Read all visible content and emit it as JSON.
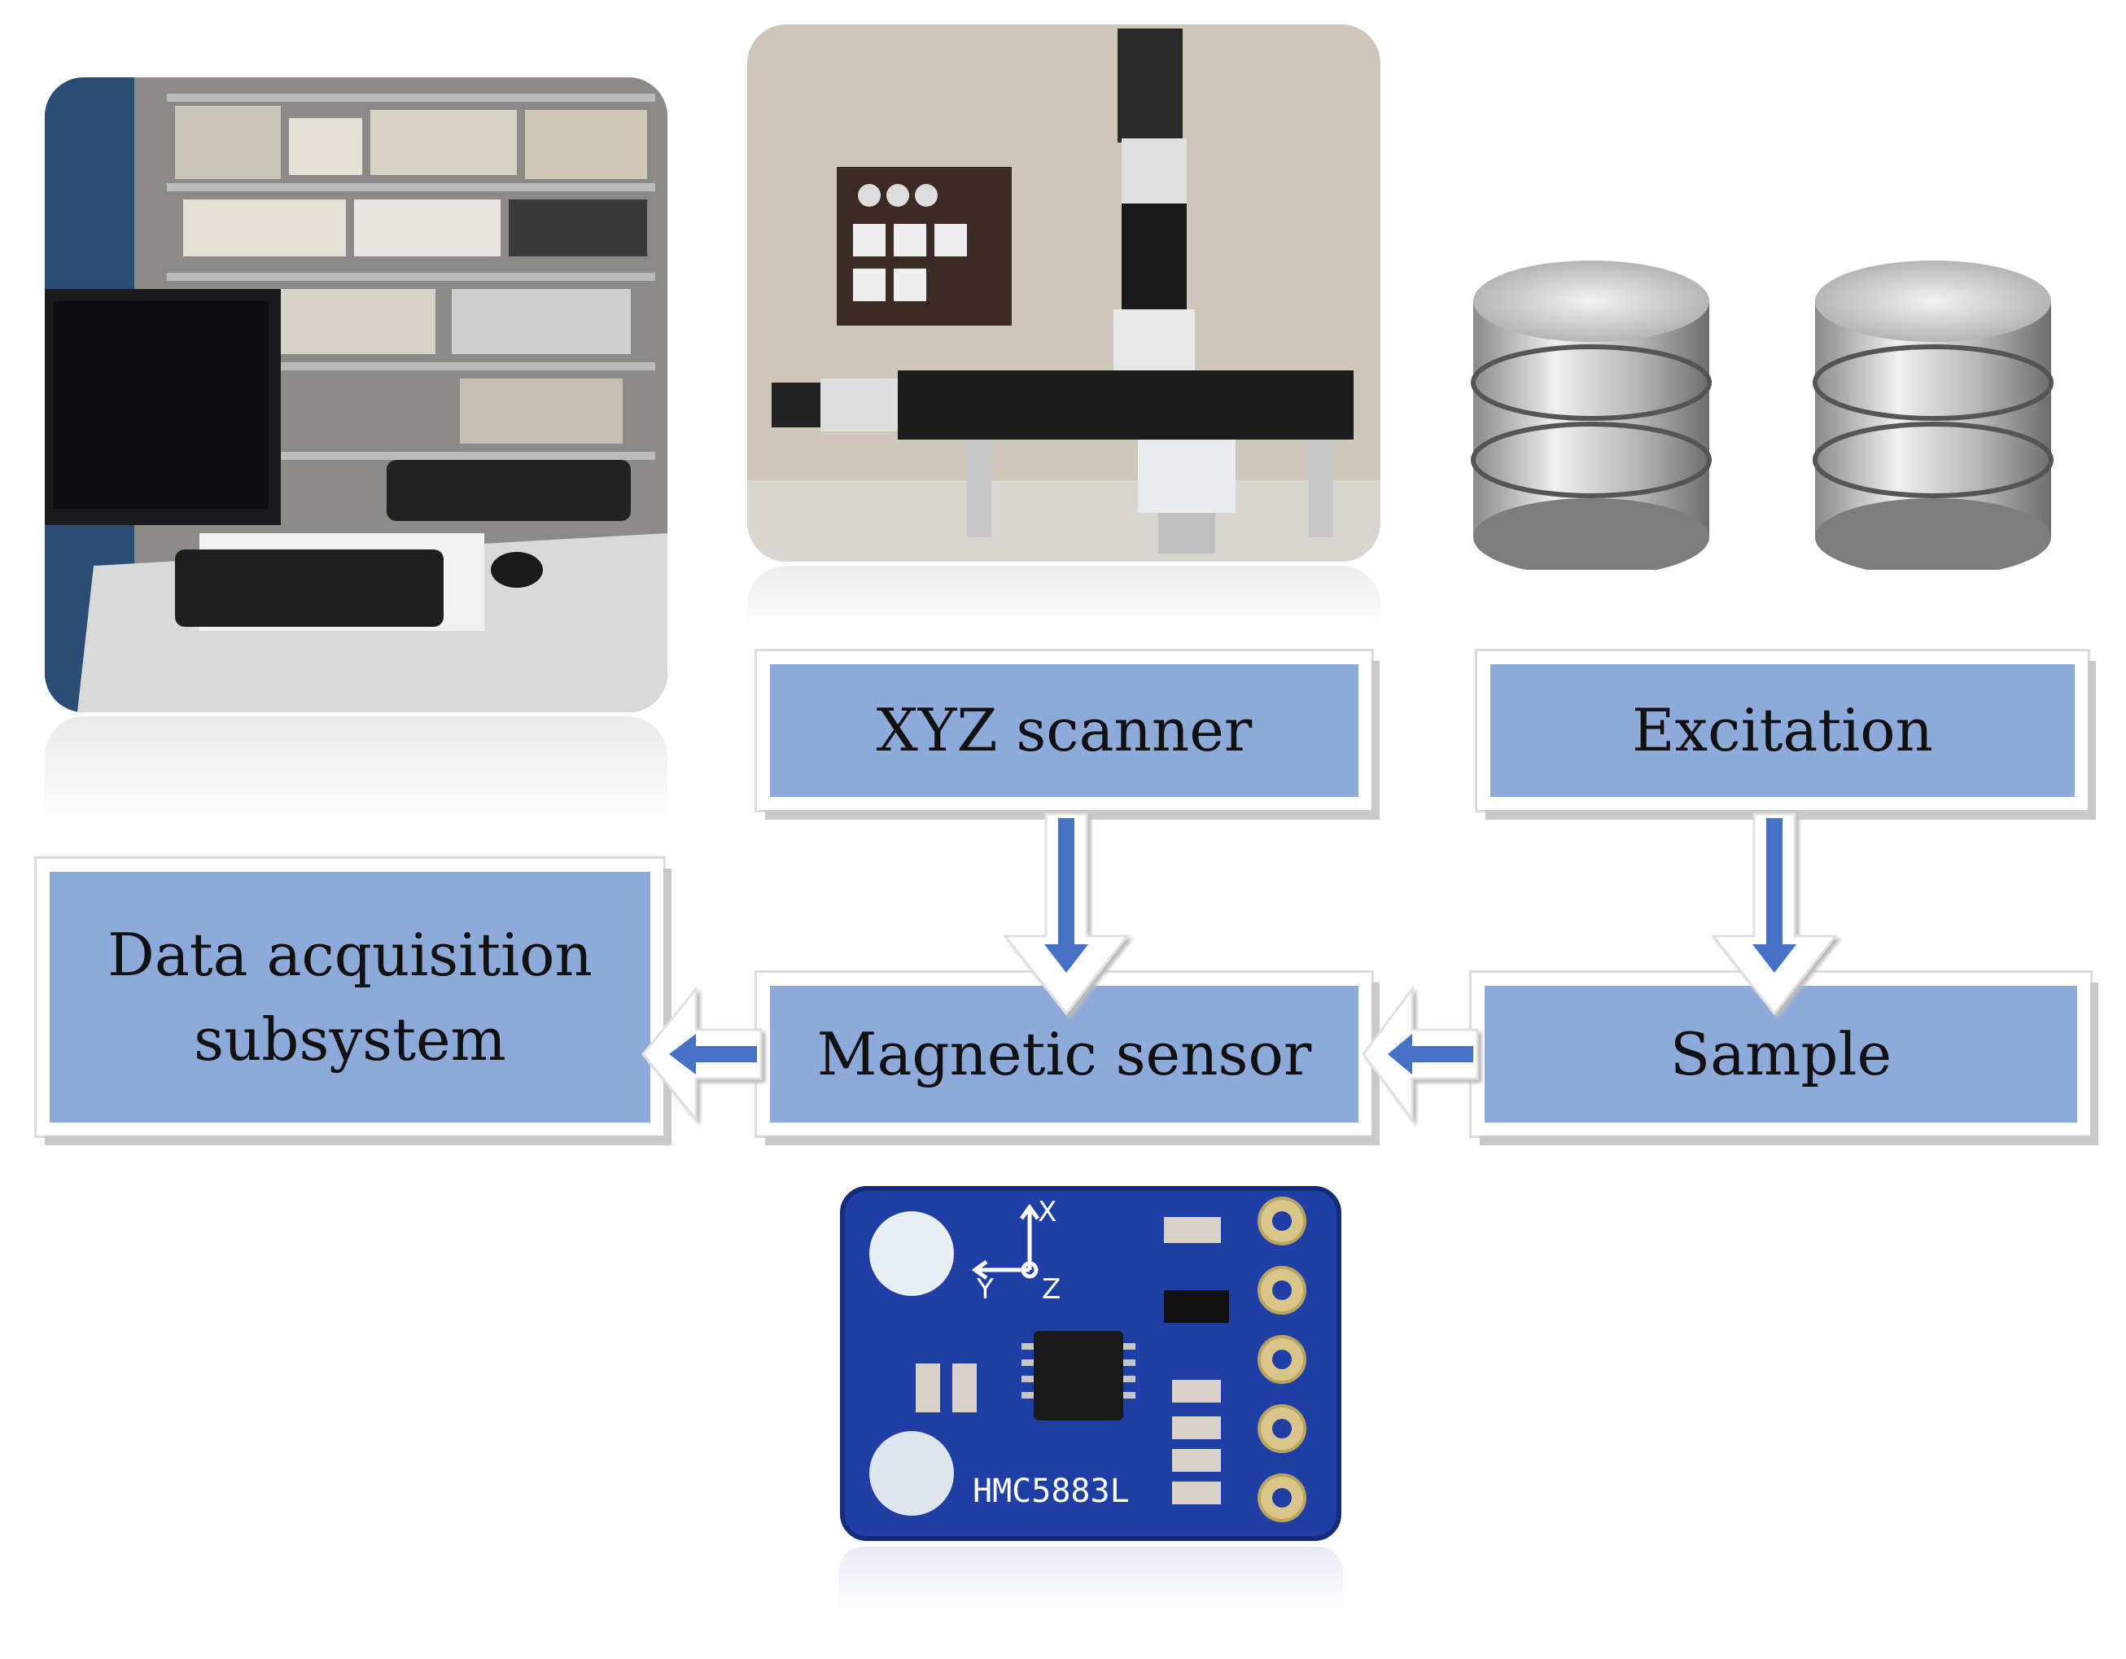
{
  "boxes": {
    "xyz": "XYZ scanner",
    "excitation": "Excitation",
    "daq_line1": "Data acquisition",
    "daq_line2": "subsystem",
    "sensor": "Magnetic sensor",
    "sample": "Sample"
  },
  "sensor_board": {
    "chip_label": "HMC5883L",
    "axis_x": "X",
    "axis_y": "Y",
    "axis_z": "Z"
  },
  "colors": {
    "box_fill": "#8eaadb",
    "arrow": "#4472c4",
    "board": "#1f3fa6"
  }
}
